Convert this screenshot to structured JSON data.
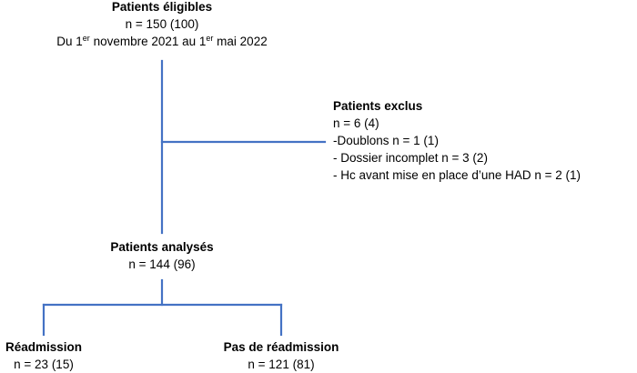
{
  "diagram": {
    "line_color": "#4472c4",
    "eligible": {
      "title": "Patients éligibles",
      "count": "n = 150 (100)",
      "period": {
        "prefix": "Du 1",
        "sup1": "er",
        "middle": " novembre 2021 au 1",
        "sup2": "er",
        "suffix": " mai 2022"
      }
    },
    "excluded": {
      "title": "Patients exclus",
      "count": "n = 6 (4)",
      "reasons": [
        "-Doublons n = 1 (1)",
        "- Dossier incomplet n = 3 (2)",
        "- Hc avant mise en place d’une HAD n = 2 (1)"
      ]
    },
    "analysed": {
      "title": "Patients analysés",
      "count": "n = 144 (96)"
    },
    "readmission": {
      "title": "Réadmission",
      "count": "n = 23 (15)"
    },
    "no_readmission": {
      "title": "Pas de réadmission",
      "count": "n = 121 (81)"
    }
  }
}
